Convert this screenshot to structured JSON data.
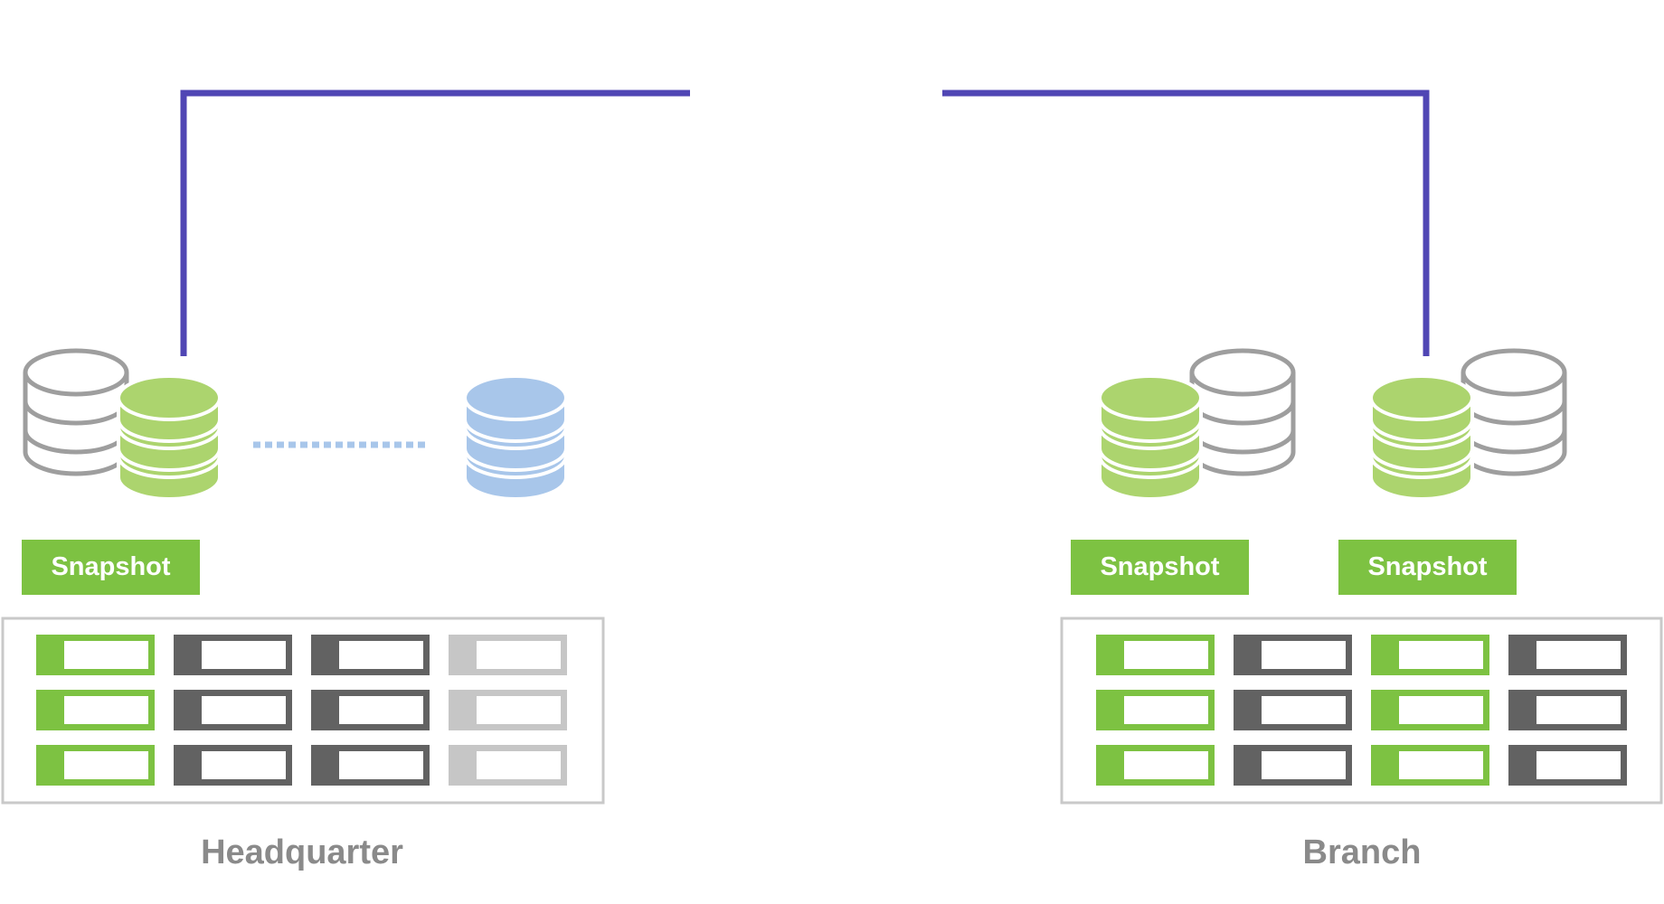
{
  "colors": {
    "link": "#5046b4",
    "green": "#7dc242",
    "green_light": "#acd46e",
    "gray": "#9e9e9e",
    "gray_dark": "#626262",
    "gray_light": "#c6c6c6",
    "blue": "#a8c6ea",
    "dotted": "#a8c6ea",
    "label": "#8a8a8a"
  },
  "headquarter": {
    "label": "Headquarter",
    "snapshot_label": "Snapshot",
    "drive_rows": [
      [
        "green",
        "dark",
        "dark",
        "light"
      ],
      [
        "green",
        "dark",
        "dark",
        "light"
      ],
      [
        "green",
        "dark",
        "dark",
        "light"
      ]
    ]
  },
  "branch": {
    "label": "Branch",
    "snapshot_labels": [
      "Snapshot",
      "Snapshot"
    ],
    "drive_rows": [
      [
        "green",
        "dark",
        "green",
        "dark"
      ],
      [
        "green",
        "dark",
        "green",
        "dark"
      ],
      [
        "green",
        "dark",
        "green",
        "dark"
      ]
    ]
  }
}
